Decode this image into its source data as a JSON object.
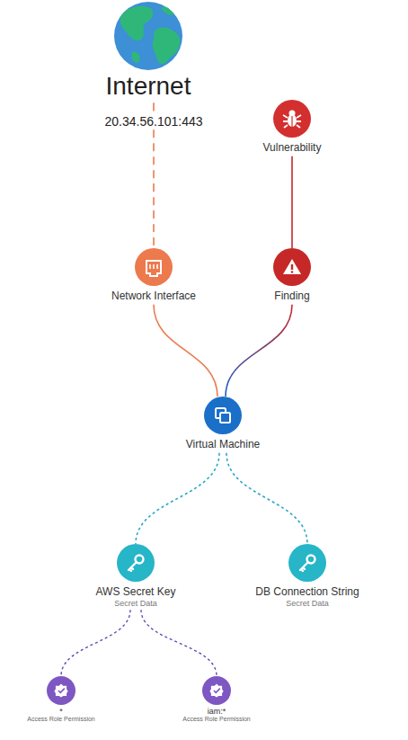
{
  "diagram": {
    "nodes": [
      {
        "text": [
          "Internet"
        ]
      },
      {
        "text": [
          "Vulnerability"
        ]
      },
      {
        "text": [
          "Network Interface"
        ]
      },
      {
        "text": [
          "Finding"
        ]
      },
      {
        "text": [
          "Virtual Machine"
        ]
      },
      {
        "text": [
          "AWS Secret Key",
          "Secret Data"
        ]
      },
      {
        "text": [
          "DB Connection String",
          "Secret Data"
        ]
      },
      {
        "text": [
          "*",
          "Access Role Permission"
        ]
      },
      {
        "text": [
          "iam:*",
          "Access Role Permission"
        ]
      }
    ],
    "edges": [
      {
        "from": 0,
        "to": 2,
        "arrow": "none",
        "label": "20.34.56.101:443"
      },
      {
        "from": 1,
        "to": 3,
        "arrow": "none"
      },
      {
        "from": 2,
        "to": 4,
        "arrow": "none"
      },
      {
        "from": 3,
        "to": 4,
        "arrow": "none"
      },
      {
        "from": 4,
        "to": 5,
        "arrow": "none"
      },
      {
        "from": 4,
        "to": 6,
        "arrow": "none"
      },
      {
        "from": 5,
        "to": 7,
        "arrow": "none"
      },
      {
        "from": 5,
        "to": 8,
        "arrow": "none"
      }
    ]
  }
}
